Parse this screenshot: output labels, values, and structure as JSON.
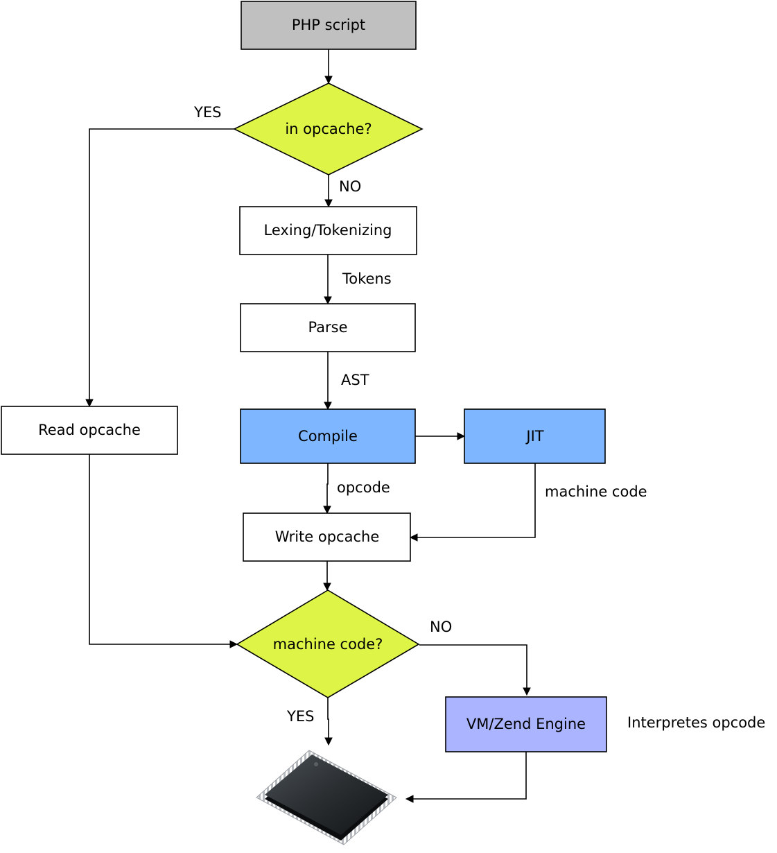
{
  "nodes": {
    "php_script": {
      "label": "PHP script",
      "fill": "#c0c0c0"
    },
    "in_opcache": {
      "label": "in opcache?",
      "fill": "#def547"
    },
    "lexing": {
      "label": "Lexing/Tokenizing",
      "fill": "#ffffff"
    },
    "parse": {
      "label": "Parse",
      "fill": "#ffffff"
    },
    "compile": {
      "label": "Compile",
      "fill": "#7eb7ff"
    },
    "jit": {
      "label": "JIT",
      "fill": "#7eb7ff"
    },
    "read_opcache": {
      "label": "Read opcache",
      "fill": "#ffffff"
    },
    "write_opcache": {
      "label": "Write opcache",
      "fill": "#ffffff"
    },
    "machine_code_q": {
      "label": "machine code?",
      "fill": "#def547"
    },
    "vm_engine": {
      "label": "VM/Zend Engine",
      "fill": "#aab4ff"
    },
    "cpu": {
      "icon": "cpu-chip-icon"
    }
  },
  "edge_labels": {
    "yes_opcache": "YES",
    "no_opcache": "NO",
    "tokens": "Tokens",
    "ast": "AST",
    "opcode": "opcode",
    "machine_code": "machine code",
    "no_machine_code": "NO",
    "yes_machine_code": "YES",
    "interpretes_opcode": "Interpretes opcode"
  }
}
